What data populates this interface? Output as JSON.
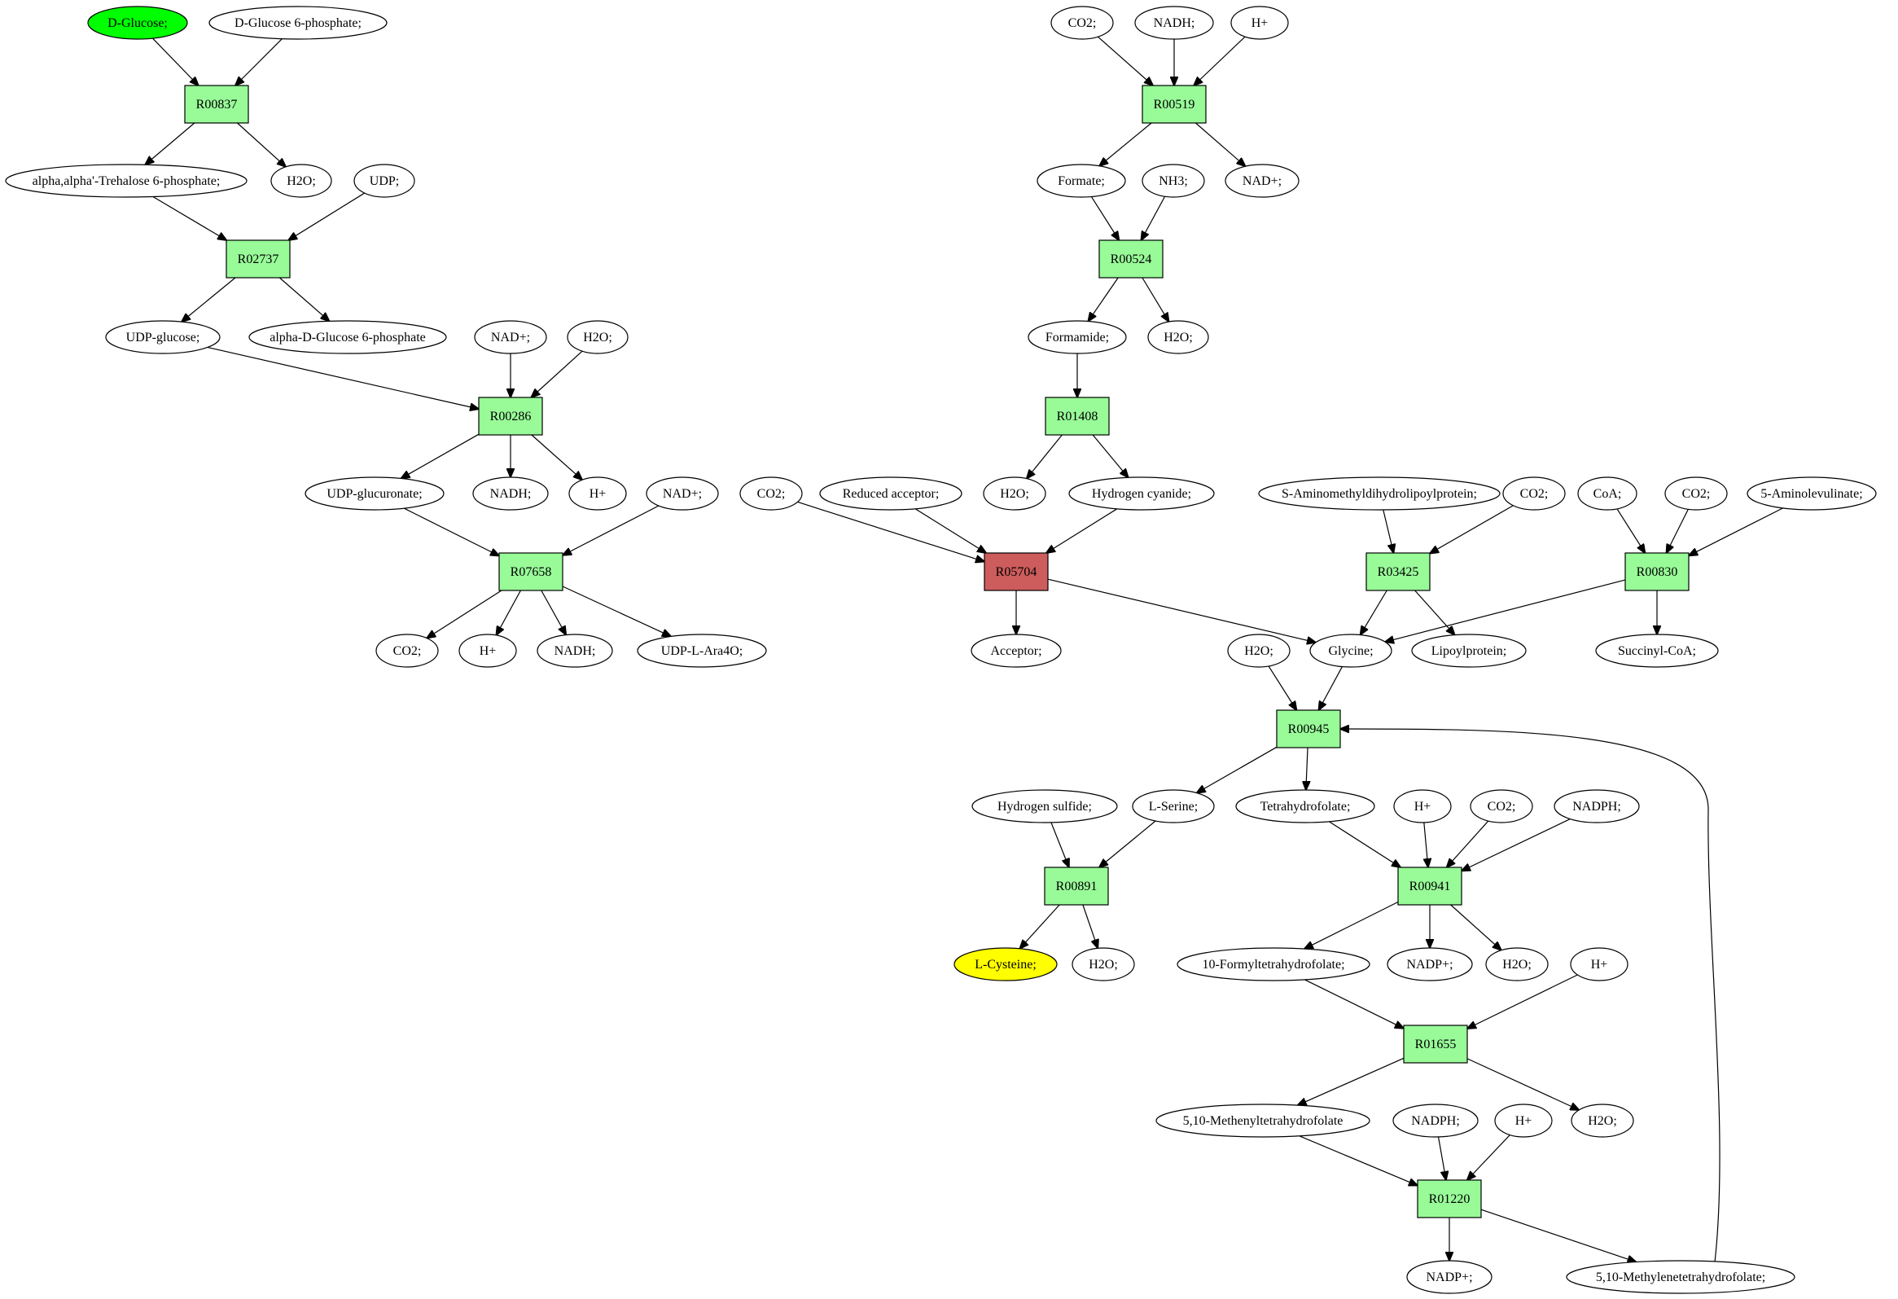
{
  "colors": {
    "compound": "#ffffff",
    "reaction": "#98fb98",
    "source": "#00ff00",
    "target": "#ffff00",
    "blocked": "#cd5c5c"
  },
  "nodes": [
    {
      "id": "c_dglucose",
      "label": "D-Glucose;",
      "kind": "compound",
      "role": "source"
    },
    {
      "id": "c_dg6p",
      "label": "D-Glucose 6-phosphate;",
      "kind": "compound"
    },
    {
      "id": "r_R00837",
      "label": "R00837",
      "kind": "reaction"
    },
    {
      "id": "c_treh6p",
      "label": "alpha,alpha'-Trehalose 6-phosphate;",
      "kind": "compound"
    },
    {
      "id": "c_h2o_1",
      "label": "H2O;",
      "kind": "compound"
    },
    {
      "id": "c_udp",
      "label": "UDP;",
      "kind": "compound"
    },
    {
      "id": "r_R02737",
      "label": "R02737",
      "kind": "reaction"
    },
    {
      "id": "c_udpglc",
      "label": "UDP-glucose;",
      "kind": "compound"
    },
    {
      "id": "c_adg6p",
      "label": "alpha-D-Glucose 6-phosphate",
      "kind": "compound"
    },
    {
      "id": "c_nadp_1",
      "label": "NAD+;",
      "kind": "compound"
    },
    {
      "id": "c_h2o_2",
      "label": "H2O;",
      "kind": "compound"
    },
    {
      "id": "r_R00286",
      "label": "R00286",
      "kind": "reaction"
    },
    {
      "id": "c_udpglcur",
      "label": "UDP-glucuronate;",
      "kind": "compound"
    },
    {
      "id": "c_nadh_1",
      "label": "NADH;",
      "kind": "compound"
    },
    {
      "id": "c_hplus_1",
      "label": "H+",
      "kind": "compound"
    },
    {
      "id": "c_nadp_2",
      "label": "NAD+;",
      "kind": "compound"
    },
    {
      "id": "r_R07658",
      "label": "R07658",
      "kind": "reaction"
    },
    {
      "id": "c_co2_1",
      "label": "CO2;",
      "kind": "compound"
    },
    {
      "id": "c_hplus_2",
      "label": "H+",
      "kind": "compound"
    },
    {
      "id": "c_nadh_2",
      "label": "NADH;",
      "kind": "compound"
    },
    {
      "id": "c_udpara",
      "label": "UDP-L-Ara4O;",
      "kind": "compound"
    },
    {
      "id": "c_co2_2",
      "label": "CO2;",
      "kind": "compound"
    },
    {
      "id": "c_nadh_3",
      "label": "NADH;",
      "kind": "compound"
    },
    {
      "id": "c_hplus_3",
      "label": "H+",
      "kind": "compound"
    },
    {
      "id": "r_R00519",
      "label": "R00519",
      "kind": "reaction"
    },
    {
      "id": "c_formate",
      "label": "Formate;",
      "kind": "compound"
    },
    {
      "id": "c_nh3",
      "label": "NH3;",
      "kind": "compound"
    },
    {
      "id": "c_nadp_3",
      "label": "NAD+;",
      "kind": "compound"
    },
    {
      "id": "r_R00524",
      "label": "R00524",
      "kind": "reaction"
    },
    {
      "id": "c_formamide",
      "label": "Formamide;",
      "kind": "compound"
    },
    {
      "id": "c_h2o_3",
      "label": "H2O;",
      "kind": "compound"
    },
    {
      "id": "r_R01408",
      "label": "R01408",
      "kind": "reaction"
    },
    {
      "id": "c_h2o_4",
      "label": "H2O;",
      "kind": "compound"
    },
    {
      "id": "c_hcn",
      "label": "Hydrogen cyanide;",
      "kind": "compound"
    },
    {
      "id": "c_co2_3",
      "label": "CO2;",
      "kind": "compound"
    },
    {
      "id": "c_redacc",
      "label": "Reduced acceptor;",
      "kind": "compound"
    },
    {
      "id": "r_R05704",
      "label": "R05704",
      "kind": "reaction",
      "role": "blocked"
    },
    {
      "id": "c_acceptor",
      "label": "Acceptor;",
      "kind": "compound"
    },
    {
      "id": "c_samdl",
      "label": "S-Aminomethyldihydrolipoylprotein;",
      "kind": "compound"
    },
    {
      "id": "c_co2_4",
      "label": "CO2;",
      "kind": "compound"
    },
    {
      "id": "r_R03425",
      "label": "R03425",
      "kind": "reaction"
    },
    {
      "id": "c_coa",
      "label": "CoA;",
      "kind": "compound"
    },
    {
      "id": "c_co2_5",
      "label": "CO2;",
      "kind": "compound"
    },
    {
      "id": "c_5ala",
      "label": "5-Aminolevulinate;",
      "kind": "compound"
    },
    {
      "id": "r_R00830",
      "label": "R00830",
      "kind": "reaction"
    },
    {
      "id": "c_h2o_5",
      "label": "H2O;",
      "kind": "compound"
    },
    {
      "id": "c_glycine",
      "label": "Glycine;",
      "kind": "compound"
    },
    {
      "id": "c_lipoyl",
      "label": "Lipoylprotein;",
      "kind": "compound"
    },
    {
      "id": "c_succoa",
      "label": "Succinyl-CoA;",
      "kind": "compound"
    },
    {
      "id": "r_R00945",
      "label": "R00945",
      "kind": "reaction"
    },
    {
      "id": "c_h2s",
      "label": "Hydrogen sulfide;",
      "kind": "compound"
    },
    {
      "id": "c_lserine",
      "label": "L-Serine;",
      "kind": "compound"
    },
    {
      "id": "c_thf",
      "label": "Tetrahydrofolate;",
      "kind": "compound"
    },
    {
      "id": "c_hplus_4",
      "label": "H+",
      "kind": "compound"
    },
    {
      "id": "c_co2_6",
      "label": "CO2;",
      "kind": "compound"
    },
    {
      "id": "c_nadph_1",
      "label": "NADPH;",
      "kind": "compound"
    },
    {
      "id": "r_R00891",
      "label": "R00891",
      "kind": "reaction"
    },
    {
      "id": "r_R00941",
      "label": "R00941",
      "kind": "reaction"
    },
    {
      "id": "c_lcys",
      "label": "L-Cysteine;",
      "kind": "compound",
      "role": "target"
    },
    {
      "id": "c_h2o_6",
      "label": "H2O;",
      "kind": "compound"
    },
    {
      "id": "c_10fthf",
      "label": "10-Formyltetrahydrofolate;",
      "kind": "compound"
    },
    {
      "id": "c_nadpplus_1",
      "label": "NADP+;",
      "kind": "compound"
    },
    {
      "id": "c_h2o_7",
      "label": "H2O;",
      "kind": "compound"
    },
    {
      "id": "c_hplus_5",
      "label": "H+",
      "kind": "compound"
    },
    {
      "id": "r_R01655",
      "label": "R01655",
      "kind": "reaction"
    },
    {
      "id": "c_methenyl",
      "label": "5,10-Methenyltetrahydrofolate",
      "kind": "compound"
    },
    {
      "id": "c_nadph_2",
      "label": "NADPH;",
      "kind": "compound"
    },
    {
      "id": "c_hplus_6",
      "label": "H+",
      "kind": "compound"
    },
    {
      "id": "c_h2o_8",
      "label": "H2O;",
      "kind": "compound"
    },
    {
      "id": "r_R01220",
      "label": "R01220",
      "kind": "reaction"
    },
    {
      "id": "c_nadpplus_2",
      "label": "NADP+;",
      "kind": "compound"
    },
    {
      "id": "c_methylene",
      "label": "5,10-Methylenetetrahydrofolate;",
      "kind": "compound"
    }
  ],
  "edges": [
    [
      "c_dglucose",
      "r_R00837"
    ],
    [
      "c_dg6p",
      "r_R00837"
    ],
    [
      "r_R00837",
      "c_treh6p"
    ],
    [
      "r_R00837",
      "c_h2o_1"
    ],
    [
      "c_treh6p",
      "r_R02737"
    ],
    [
      "c_udp",
      "r_R02737"
    ],
    [
      "r_R02737",
      "c_udpglc"
    ],
    [
      "r_R02737",
      "c_adg6p"
    ],
    [
      "c_udpglc",
      "r_R00286"
    ],
    [
      "c_nadp_1",
      "r_R00286"
    ],
    [
      "c_h2o_2",
      "r_R00286"
    ],
    [
      "r_R00286",
      "c_udpglcur"
    ],
    [
      "r_R00286",
      "c_nadh_1"
    ],
    [
      "r_R00286",
      "c_hplus_1"
    ],
    [
      "c_udpglcur",
      "r_R07658"
    ],
    [
      "c_nadp_2",
      "r_R07658"
    ],
    [
      "r_R07658",
      "c_co2_1"
    ],
    [
      "r_R07658",
      "c_hplus_2"
    ],
    [
      "r_R07658",
      "c_nadh_2"
    ],
    [
      "r_R07658",
      "c_udpara"
    ],
    [
      "c_co2_2",
      "r_R00519"
    ],
    [
      "c_nadh_3",
      "r_R00519"
    ],
    [
      "c_hplus_3",
      "r_R00519"
    ],
    [
      "r_R00519",
      "c_formate"
    ],
    [
      "r_R00519",
      "c_nadp_3"
    ],
    [
      "c_formate",
      "r_R00524"
    ],
    [
      "c_nh3",
      "r_R00524"
    ],
    [
      "r_R00524",
      "c_formamide"
    ],
    [
      "r_R00524",
      "c_h2o_3"
    ],
    [
      "c_formamide",
      "r_R01408"
    ],
    [
      "r_R01408",
      "c_h2o_4"
    ],
    [
      "r_R01408",
      "c_hcn"
    ],
    [
      "c_co2_3",
      "r_R05704"
    ],
    [
      "c_redacc",
      "r_R05704"
    ],
    [
      "c_hcn",
      "r_R05704"
    ],
    [
      "r_R05704",
      "c_acceptor"
    ],
    [
      "r_R05704",
      "c_glycine"
    ],
    [
      "c_samdl",
      "r_R03425"
    ],
    [
      "c_co2_4",
      "r_R03425"
    ],
    [
      "r_R03425",
      "c_glycine"
    ],
    [
      "r_R03425",
      "c_lipoyl"
    ],
    [
      "c_coa",
      "r_R00830"
    ],
    [
      "c_co2_5",
      "r_R00830"
    ],
    [
      "c_5ala",
      "r_R00830"
    ],
    [
      "r_R00830",
      "c_glycine"
    ],
    [
      "r_R00830",
      "c_succoa"
    ],
    [
      "c_h2o_5",
      "r_R00945"
    ],
    [
      "c_glycine",
      "r_R00945"
    ],
    [
      "r_R00945",
      "c_lserine"
    ],
    [
      "r_R00945",
      "c_thf"
    ],
    [
      "c_h2s",
      "r_R00891"
    ],
    [
      "c_lserine",
      "r_R00891"
    ],
    [
      "r_R00891",
      "c_lcys"
    ],
    [
      "r_R00891",
      "c_h2o_6"
    ],
    [
      "c_thf",
      "r_R00941"
    ],
    [
      "c_hplus_4",
      "r_R00941"
    ],
    [
      "c_co2_6",
      "r_R00941"
    ],
    [
      "c_nadph_1",
      "r_R00941"
    ],
    [
      "r_R00941",
      "c_10fthf"
    ],
    [
      "r_R00941",
      "c_nadpplus_1"
    ],
    [
      "r_R00941",
      "c_h2o_7"
    ],
    [
      "c_10fthf",
      "r_R01655"
    ],
    [
      "c_hplus_5",
      "r_R01655"
    ],
    [
      "r_R01655",
      "c_methenyl"
    ],
    [
      "r_R01655",
      "c_h2o_8"
    ],
    [
      "c_methenyl",
      "r_R01220"
    ],
    [
      "c_nadph_2",
      "r_R01220"
    ],
    [
      "c_hplus_6",
      "r_R01220"
    ],
    [
      "r_R01220",
      "c_nadpplus_2"
    ],
    [
      "r_R01220",
      "c_methylene"
    ],
    [
      "c_methylene",
      "r_R00945"
    ]
  ]
}
